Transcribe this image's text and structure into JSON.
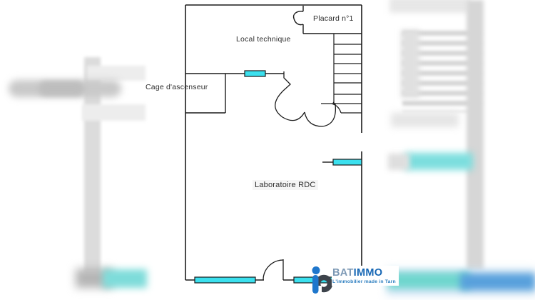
{
  "plan": {
    "rooms": [
      {
        "label": "Local technique"
      },
      {
        "label": "Cage d'ascenseur"
      },
      {
        "label": "Placard n°1"
      },
      {
        "label": "Laboratoire RDC"
      }
    ],
    "features": [
      "staircase",
      "elevator-shaft",
      "door-swings",
      "windows"
    ]
  },
  "logo": {
    "brand_prefix": "BAT",
    "brand_suffix": "IMMO",
    "tagline": "L'immobilier made in Tarn"
  },
  "colors": {
    "window_accent": "#3be0ee",
    "wall": "#1c1c1c",
    "logo_blue": "#1566b4",
    "logo_gray": "#7d99b5",
    "logo_icon_blue": "#1f77cc",
    "logo_icon_dark": "#3d434b",
    "blur_teal": "#7cdede",
    "blur_blue": "#58a0dc"
  }
}
